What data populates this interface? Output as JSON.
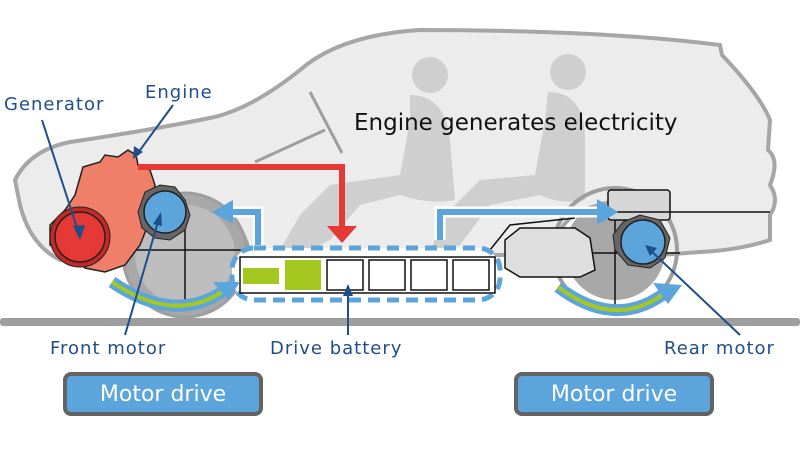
{
  "title": "Engine generates electricity",
  "labels": {
    "generator": "Generator",
    "engine": "Engine",
    "front_motor": "Front motor",
    "drive_battery": "Drive battery",
    "rear_motor": "Rear motor"
  },
  "badges": {
    "front": "Motor drive",
    "rear": "Motor drive"
  },
  "colors": {
    "label_text": "#1f4e8a",
    "engine": "#ef7f69",
    "generator": "#e53935",
    "motor": "#5ba4dc",
    "power_flow_arrow": "#e53935",
    "drive_flow_arrow": "#5ba4dc",
    "rotation_arrow": "#a5c820",
    "battery_charged_cell": "#a5c820",
    "car_body": "#ececec",
    "ground": "#9e9e9e"
  },
  "battery": {
    "total_cells": 6,
    "charged_cells": 2
  }
}
